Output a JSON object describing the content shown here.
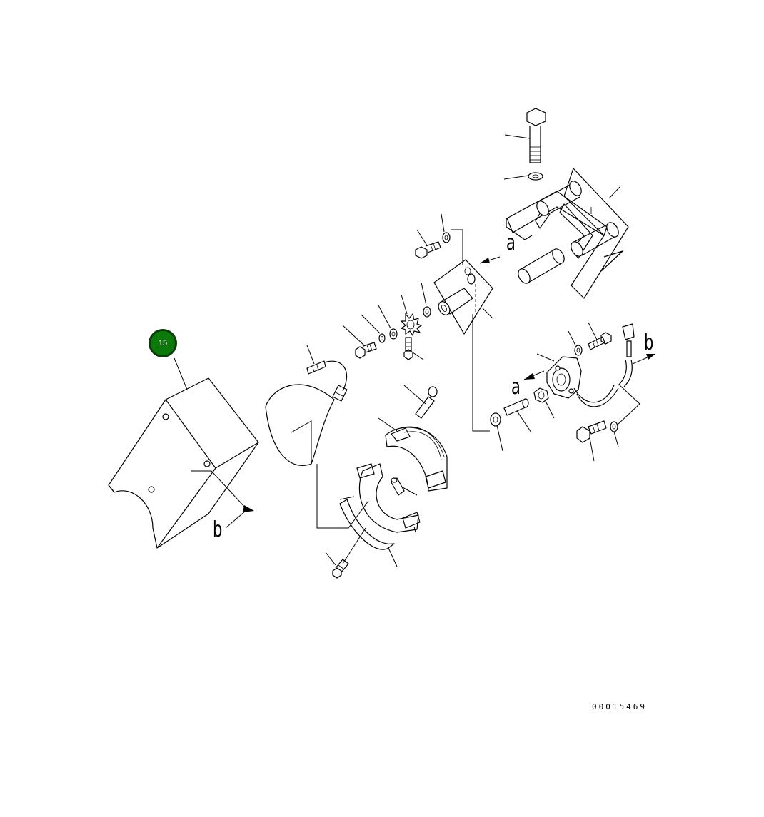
{
  "callout": {
    "label": "15",
    "color": "#0b7a0b"
  },
  "view_labels": {
    "a_top": "a",
    "a_mid": "a",
    "b_right": "b",
    "b_left": "b"
  },
  "drawing_number": "00015469"
}
